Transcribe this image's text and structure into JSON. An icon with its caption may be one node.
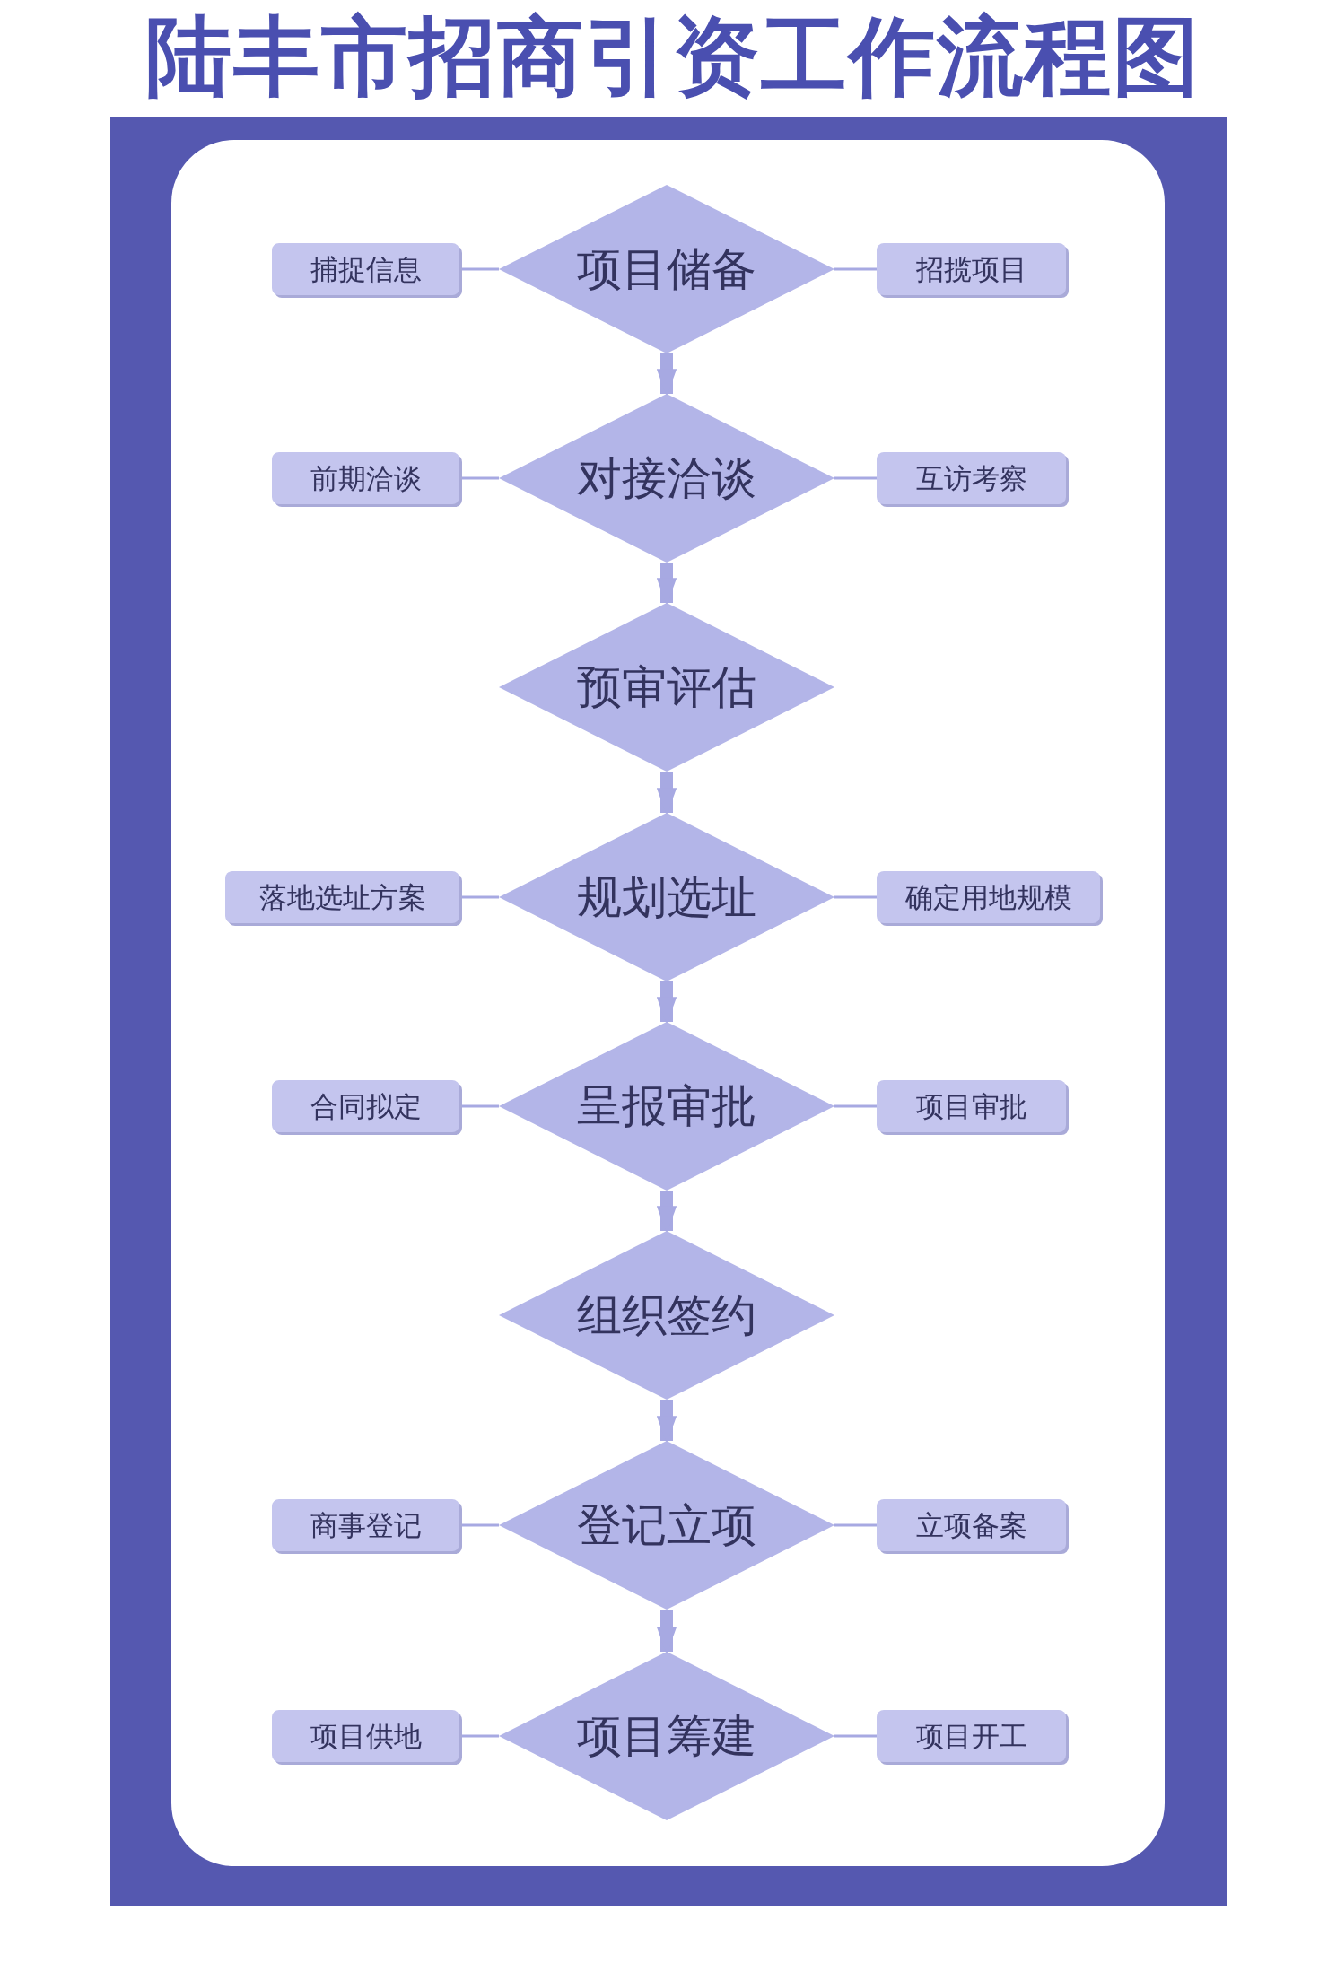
{
  "diagram": {
    "title": "陆丰市招商引资工作流程图",
    "nodes": [
      {
        "text": [
          "捕捉信息"
        ]
      },
      {
        "text": [
          "项目储备"
        ]
      },
      {
        "text": [
          "招揽项目"
        ]
      },
      {
        "text": [
          "前期洽谈"
        ]
      },
      {
        "text": [
          "对接洽谈"
        ]
      },
      {
        "text": [
          "互访考察"
        ]
      },
      {
        "text": [
          "预审评估"
        ]
      },
      {
        "text": [
          "落地选址方案"
        ]
      },
      {
        "text": [
          "规划选址"
        ]
      },
      {
        "text": [
          "确定用地规模"
        ]
      },
      {
        "text": [
          "合同拟定"
        ]
      },
      {
        "text": [
          "呈报审批"
        ]
      },
      {
        "text": [
          "项目审批"
        ]
      },
      {
        "text": [
          "组织签约"
        ]
      },
      {
        "text": [
          "商事登记"
        ]
      },
      {
        "text": [
          "登记立项"
        ]
      },
      {
        "text": [
          "立项备案"
        ]
      },
      {
        "text": [
          "项目供地"
        ]
      },
      {
        "text": [
          "项目筹建"
        ]
      },
      {
        "text": [
          "项目开工"
        ]
      }
    ],
    "edges": [
      {
        "from": 0,
        "to": 1,
        "arrow": "none"
      },
      {
        "from": 1,
        "to": 2,
        "arrow": "none"
      },
      {
        "from": 1,
        "to": 4,
        "arrow": "to",
        "style": "thick"
      },
      {
        "from": 3,
        "to": 4,
        "arrow": "none"
      },
      {
        "from": 4,
        "to": 5,
        "arrow": "none"
      },
      {
        "from": 4,
        "to": 6,
        "arrow": "to",
        "style": "thick"
      },
      {
        "from": 6,
        "to": 8,
        "arrow": "to",
        "style": "thick"
      },
      {
        "from": 7,
        "to": 8,
        "arrow": "none"
      },
      {
        "from": 8,
        "to": 9,
        "arrow": "none"
      },
      {
        "from": 8,
        "to": 11,
        "arrow": "to",
        "style": "thick"
      },
      {
        "from": 10,
        "to": 11,
        "arrow": "none"
      },
      {
        "from": 11,
        "to": 12,
        "arrow": "none"
      },
      {
        "from": 11,
        "to": 13,
        "arrow": "to",
        "style": "thick"
      },
      {
        "from": 13,
        "to": 15,
        "arrow": "to",
        "style": "thick"
      },
      {
        "from": 14,
        "to": 15,
        "arrow": "none"
      },
      {
        "from": 15,
        "to": 16,
        "arrow": "none"
      },
      {
        "from": 15,
        "to": 18,
        "arrow": "to",
        "style": "thick"
      },
      {
        "from": 17,
        "to": 18,
        "arrow": "none"
      },
      {
        "from": 18,
        "to": 19,
        "arrow": "none"
      }
    ]
  }
}
